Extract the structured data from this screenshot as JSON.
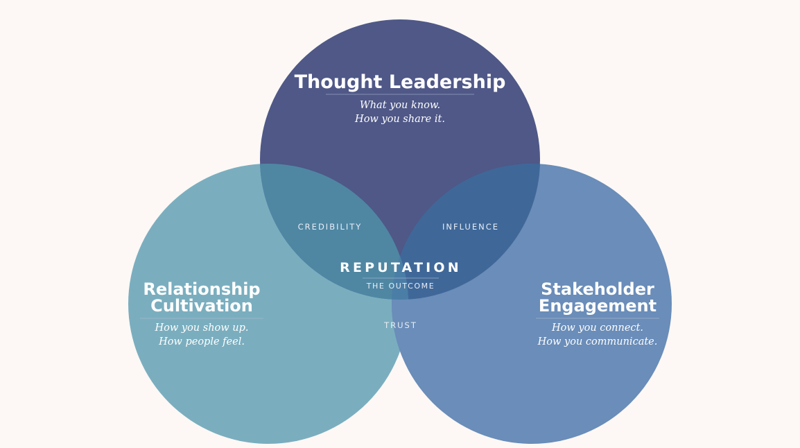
{
  "colors": {
    "background": "#fdf8f5",
    "thought_leadership": "#4f5887",
    "relationship_cultivation": "#7aaebf",
    "stakeholder_engagement": "#6a8db9",
    "overlap_top_left": "#4f87a3",
    "overlap_top_right": "#3f6899",
    "overlap_center": "#4a7ea6",
    "divider": "#aab8d0"
  },
  "circles": {
    "top": {
      "title": "Thought Leadership",
      "subtitle_line1": "What you know.",
      "subtitle_line2": "How you share it."
    },
    "left": {
      "title_line1": "Relationship",
      "title_line2": "Cultivation",
      "subtitle_line1": "How you show up.",
      "subtitle_line2": "How people feel."
    },
    "right": {
      "title_line1": "Stakeholder",
      "title_line2": "Engagement",
      "subtitle_line1": "How you connect.",
      "subtitle_line2": "How you communicate."
    }
  },
  "overlaps": {
    "top_left": "CREDIBILITY",
    "top_right": "INFLUENCE",
    "bottom": "TRUST"
  },
  "center": {
    "title": "REPUTATION",
    "subtitle": "THE OUTCOME"
  }
}
